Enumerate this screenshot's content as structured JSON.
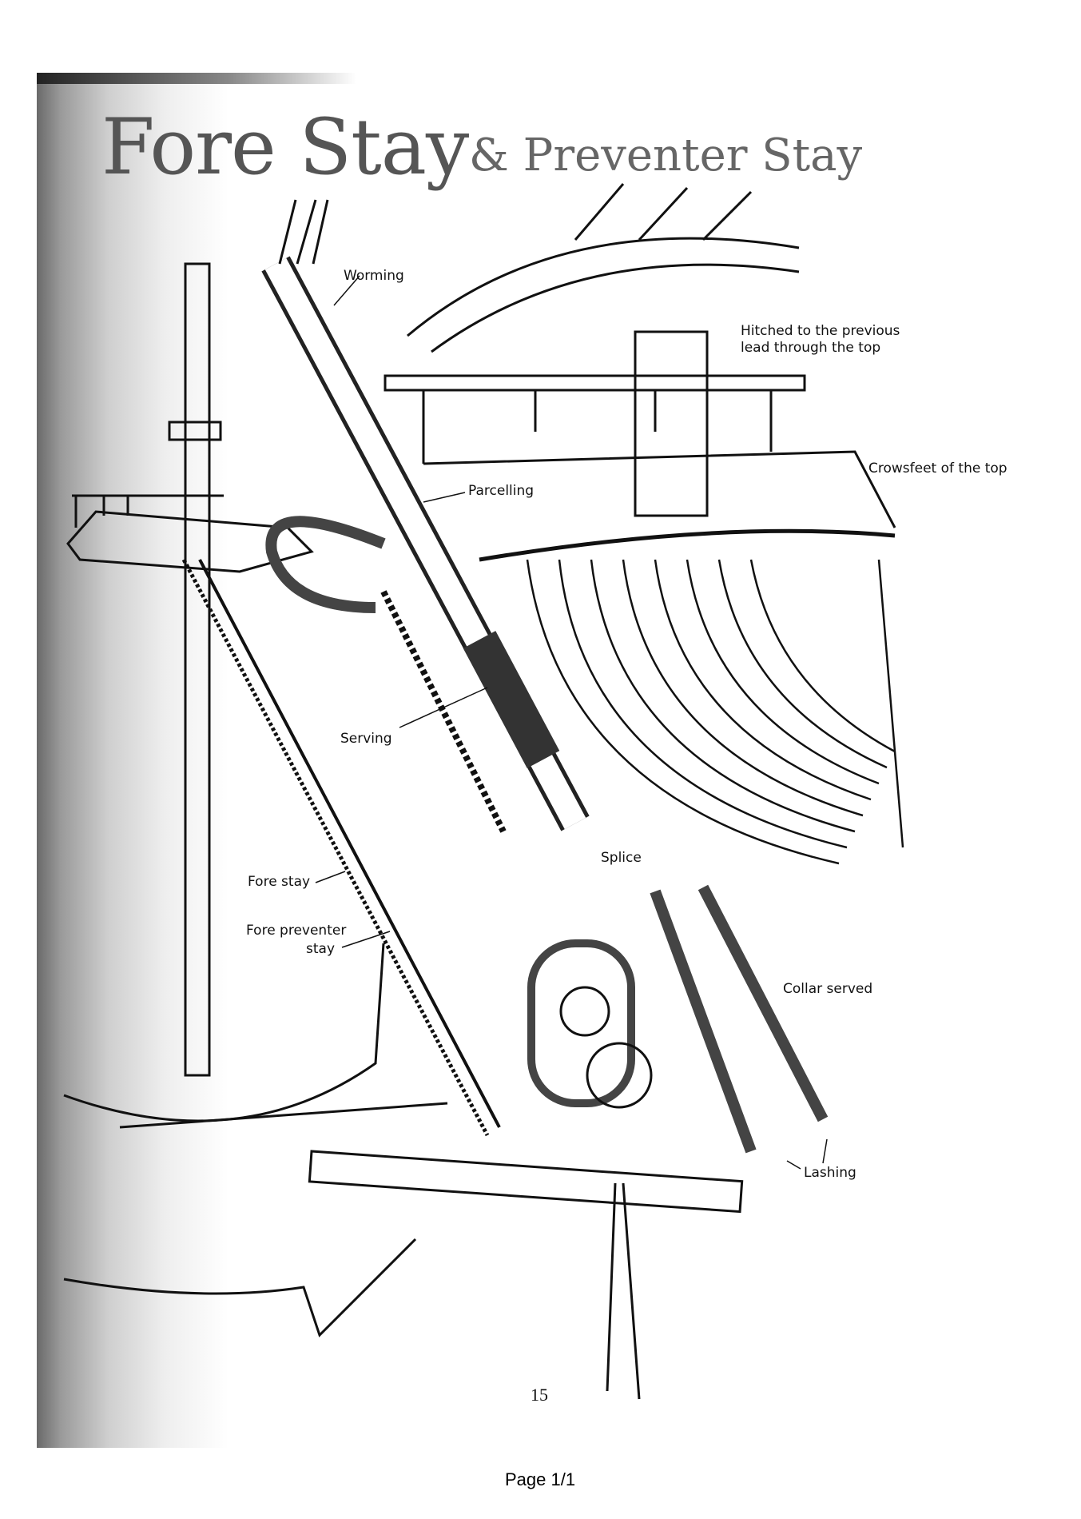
{
  "title": {
    "main": "Fore Stay",
    "sub": "& Preventer Stay"
  },
  "labels": {
    "worming": "Worming",
    "hitched_line1": "Hitched to the previous",
    "hitched_line2": "lead through the top",
    "crowsfeet": "Crowsfeet of the top",
    "parcelling": "Parcelling",
    "serving": "Serving",
    "fore_stay": "Fore stay",
    "fore_preventer_line1": "Fore preventer",
    "fore_preventer_line2": "stay",
    "splice": "Splice",
    "collar_served": "Collar served",
    "lashing": "Lashing"
  },
  "page_number": "15",
  "footer": "Page 1/1"
}
